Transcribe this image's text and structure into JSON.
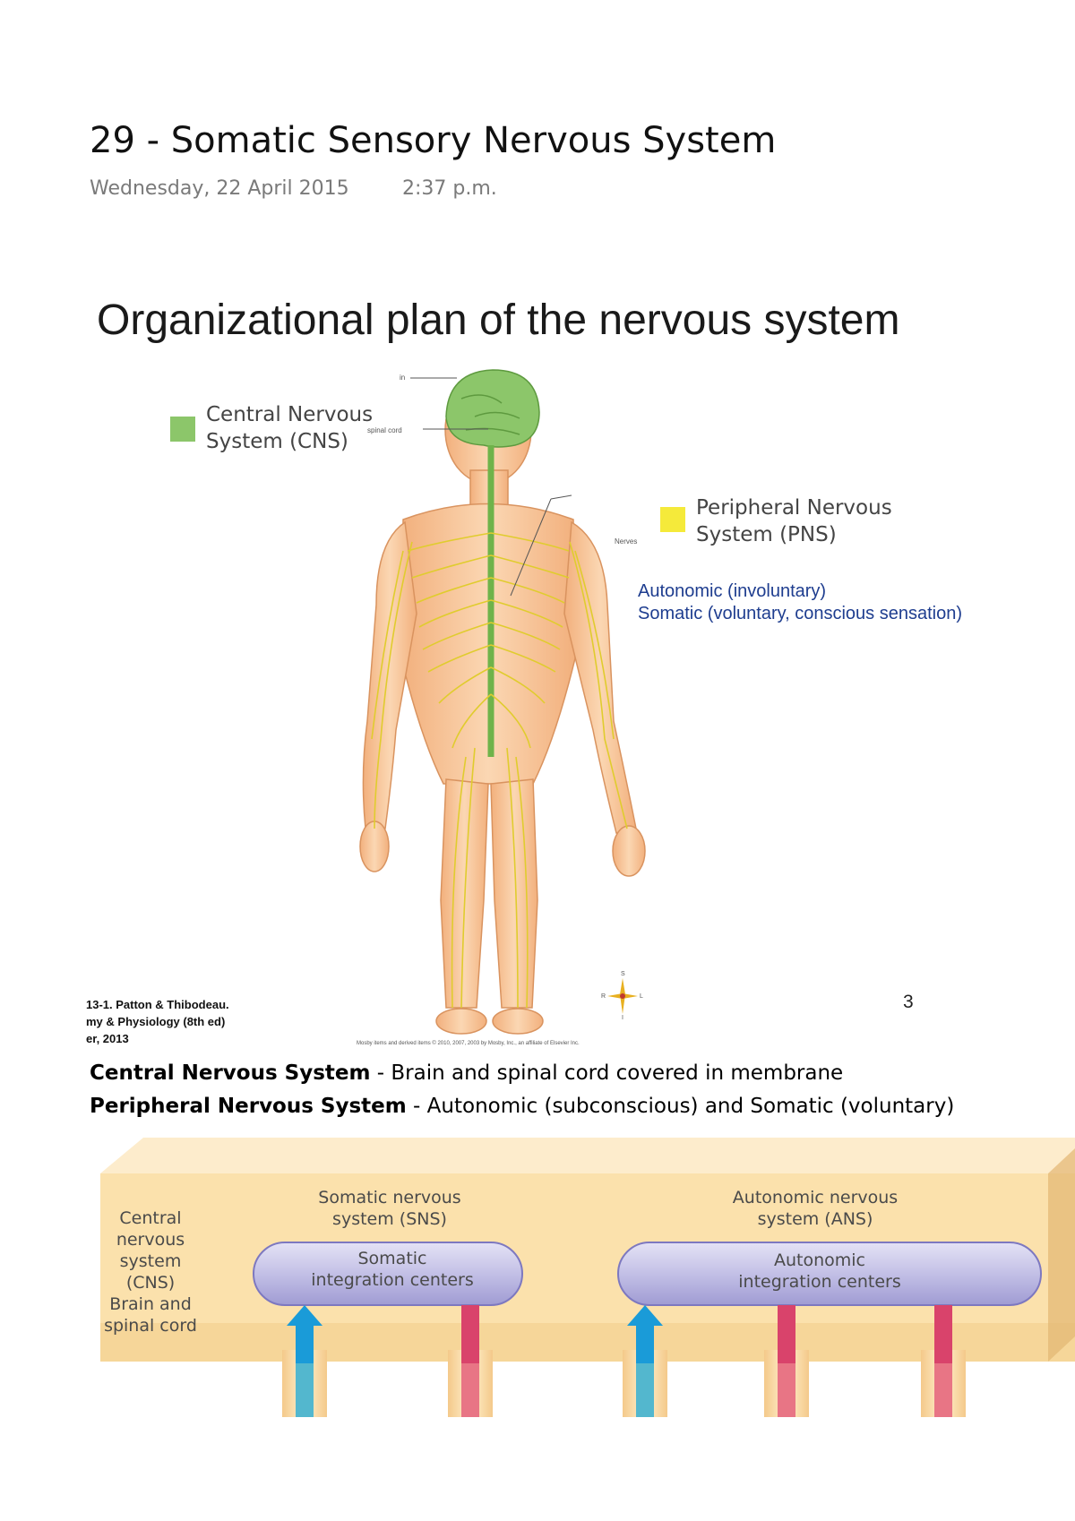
{
  "page": {
    "title": "29 - Somatic Sensory Nervous System",
    "date": "Wednesday, 22 April 2015",
    "time": "2:37 p.m."
  },
  "slide": {
    "title": "Organizational plan of the nervous system",
    "legend_cns": "Central Nervous\nSystem (CNS)",
    "legend_pns": "Peripheral Nervous\nSystem (PNS)",
    "pns_divisions": [
      "Autonomic (involuntary)",
      "Somatic (voluntary, conscious sensation)"
    ],
    "label_brain": "in",
    "label_spinal_cord": "spinal cord",
    "label_nerves": "Nerves",
    "compass": {
      "s": "S",
      "r": "R",
      "l": "L",
      "i": "I"
    },
    "citation": [
      "13-1. Patton & Thibodeau.",
      "my & Physiology (8th ed)",
      "er, 2013"
    ],
    "copyright": "Mosby items and derived items © 2010, 2007, 2003 by Mosby, Inc., an affiliate of Elsevier Inc.",
    "slide_number": "3",
    "colors": {
      "cns": "#8cc66a",
      "pns": "#f5ea3a",
      "body": "#f7c79a",
      "nerve": "#e8d43a"
    }
  },
  "notes": [
    {
      "term": "Central Nervous System",
      "sep": " - ",
      "text": "Brain and spinal cord covered in membrane"
    },
    {
      "term": "Peripheral Nervous System",
      "sep": " - ",
      "text": "Autonomic (subconscious)  and Somatic (voluntary)"
    }
  ],
  "figure2": {
    "cns_label": "Central\nnervous\nsystem\n(CNS)\nBrain and\nspinal cord",
    "sns_header": "Somatic nervous\nsystem (SNS)",
    "sns_box": "Somatic\nintegration centers",
    "ans_header": "Autonomic nervous\nsystem (ANS)",
    "ans_box": "Autonomic\nintegration centers",
    "colors": {
      "slab": "#fbe3b0",
      "box": "#c9c6e8",
      "afferent": "#1a9bd8",
      "efferent": "#d9436b"
    }
  }
}
